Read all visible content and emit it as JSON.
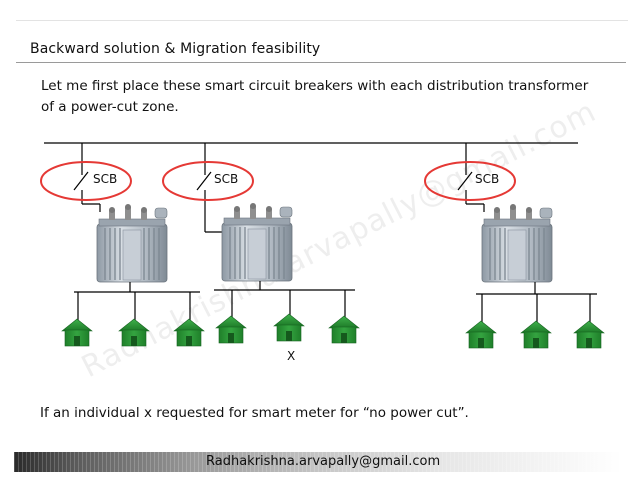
{
  "slide": {
    "title": "Backward solution & Migration feasibility",
    "intro": "Let me first place these smart circuit breakers with each distribution transformer of a power-cut zone.",
    "footnote": "If an individual x requested for smart meter for “no power cut”.",
    "footer_email": "Radhakrishna.arvapally@gmail.com",
    "watermark": "Radhakrishna.arvapally@gmail.com"
  },
  "diagram": {
    "breakers": [
      {
        "label": "SCB"
      },
      {
        "label": "SCB"
      },
      {
        "label": "SCB"
      }
    ],
    "marker_label": "X",
    "colors": {
      "highlight_ring": "#e53935",
      "house_green": "#2e9b3a",
      "house_roof": "#1f7a2b",
      "line": "#000000",
      "transformer": "#b9c2cc"
    }
  }
}
